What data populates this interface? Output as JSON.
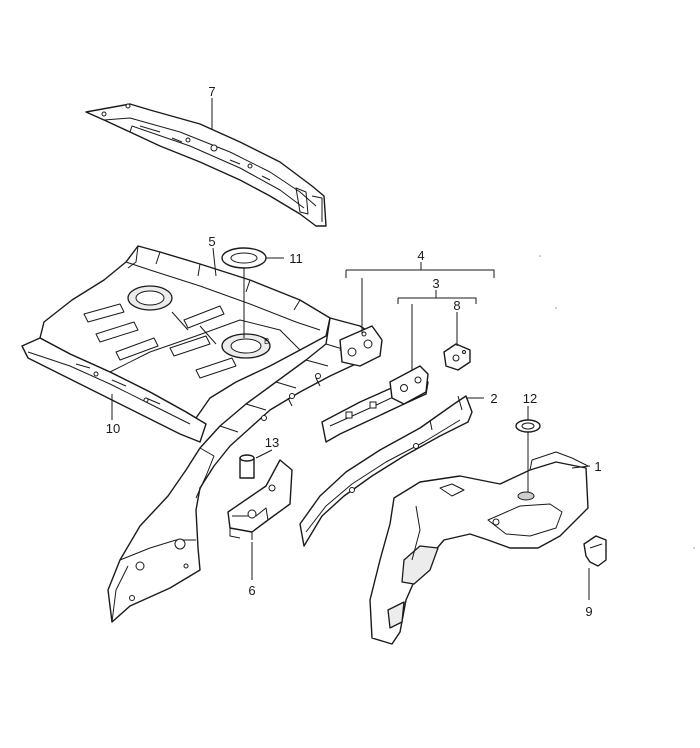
{
  "callouts": {
    "c1": "1",
    "c2": "2",
    "c3": "3",
    "c4": "4",
    "c5": "5",
    "c6": "6",
    "c7": "7",
    "c8": "8",
    "c9": "9",
    "c10": "10",
    "c11": "11",
    "c12": "12",
    "c13": "13"
  },
  "small_marks": {
    "floor_mark": "B"
  }
}
